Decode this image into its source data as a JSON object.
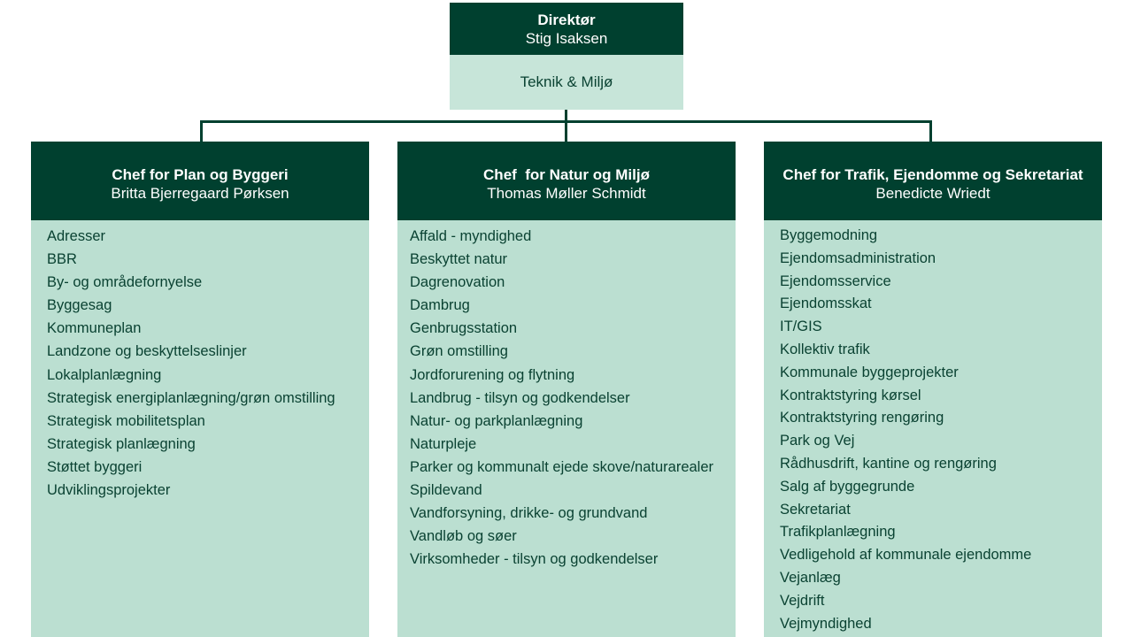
{
  "director": {
    "title": "Direktør",
    "name": "Stig Isaksen",
    "area": "Teknik & Miljø"
  },
  "colors": {
    "header_bg": "#00402f",
    "body_bg": "#bbdfd1",
    "area_bg": "#c7e5d9",
    "text": "#0a4232"
  },
  "departments": [
    {
      "title": "Chef for Plan og Byggeri",
      "name": "Britta Bjerregaard Pørksen",
      "items": [
        "Adresser",
        "BBR",
        "By- og områdefornyelse",
        "Byggesag",
        "Kommuneplan",
        "Landzone og beskyttelseslinjer",
        "Lokalplanlægning",
        "Strategisk energiplanlægning/grøn omstilling",
        "Strategisk mobilitetsplan",
        "Strategisk planlægning",
        "Støttet byggeri",
        "Udviklingsprojekter"
      ]
    },
    {
      "title": "Chef  for Natur og Miljø",
      "name": "Thomas Møller Schmidt",
      "items": [
        "Affald - myndighed",
        "Beskyttet natur",
        "Dagrenovation",
        "Dambrug",
        "Genbrugsstation",
        "Grøn omstilling",
        "Jordforurening og flytning",
        "Landbrug - tilsyn og godkendelser",
        "Natur- og parkplanlægning",
        "Naturpleje",
        "Parker og kommunalt ejede skove/naturarealer",
        "Spildevand",
        "Vandforsyning, drikke- og grundvand",
        "Vandløb og søer",
        "Virksomheder - tilsyn og godkendelser"
      ]
    },
    {
      "title": "Chef for Trafik, Ejendomme og Sekretariat",
      "name": "Benedicte Wriedt",
      "items": [
        "Byggemodning",
        "Ejendomsadministration",
        "Ejendomsservice",
        "Ejendomsskat",
        "IT/GIS",
        "Kollektiv trafik",
        "Kommunale byggeprojekter",
        "Kontraktstyring kørsel",
        "Kontraktstyring rengøring",
        "Park og Vej",
        "Rådhusdrift, kantine og rengøring",
        "Salg af byggegrunde",
        "Sekretariat",
        "Trafikplanlægning",
        "Vedligehold af kommunale ejendomme",
        "Vejanlæg",
        "Vejdrift",
        "Vejmyndighed"
      ]
    }
  ]
}
